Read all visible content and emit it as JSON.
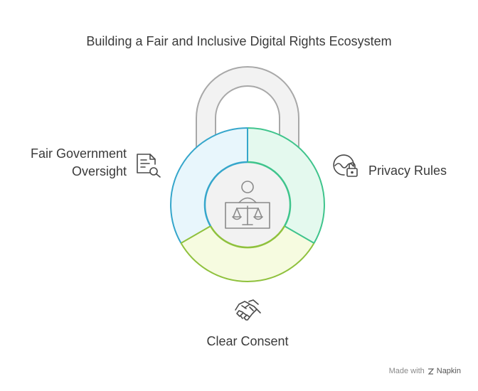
{
  "title": "Building a Fair and Inclusive Digital Rights Ecosystem",
  "segments": [
    {
      "id": "oversight",
      "label_lines": [
        "Fair Government",
        "Oversight"
      ],
      "icon": "document-search-icon",
      "fill": "#e8f6fc",
      "stroke": "#35a6cb"
    },
    {
      "id": "privacy",
      "label": "Privacy Rules",
      "icon": "privacy-lock-icon",
      "fill": "#e4f9ee",
      "stroke": "#3fc48c"
    },
    {
      "id": "consent",
      "label": "Clear Consent",
      "icon": "handshake-icon",
      "fill": "#f6fbe0",
      "stroke": "#8fc13d"
    }
  ],
  "center": {
    "icon": "judge-scales-icon"
  },
  "lock_shackle_color": "#a8a8a8",
  "footer": {
    "made_with": "Made with",
    "brand": "Napkin"
  }
}
